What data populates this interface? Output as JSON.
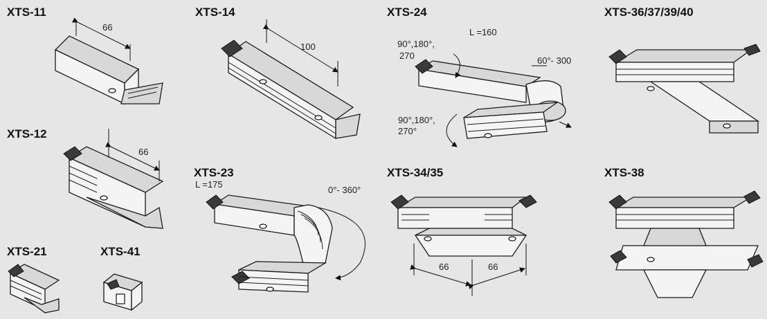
{
  "products": {
    "xts11": {
      "label": "XTS-11",
      "dim": "66"
    },
    "xts14": {
      "label": "XTS-14",
      "dim": "100"
    },
    "xts24": {
      "label": "XTS-24",
      "length": "L =160",
      "rot1_a": "90°,180°,",
      "rot1_b": "270",
      "rot2": "60°- 300",
      "rot3_a": "90°,180°,",
      "rot3_b": "270°"
    },
    "xts36": {
      "label": "XTS-36/37/39/40"
    },
    "xts12": {
      "label": "XTS-12",
      "dim": "66"
    },
    "xts23": {
      "label": "XTS-23",
      "length": "L =175",
      "angle": "0°- 360°"
    },
    "xts34": {
      "label": "XTS-34/35",
      "dim_left": "66",
      "dim_right": "66"
    },
    "xts38": {
      "label": "XTS-38"
    },
    "xts21": {
      "label": "XTS-21"
    },
    "xts41": {
      "label": "XTS-41"
    }
  }
}
